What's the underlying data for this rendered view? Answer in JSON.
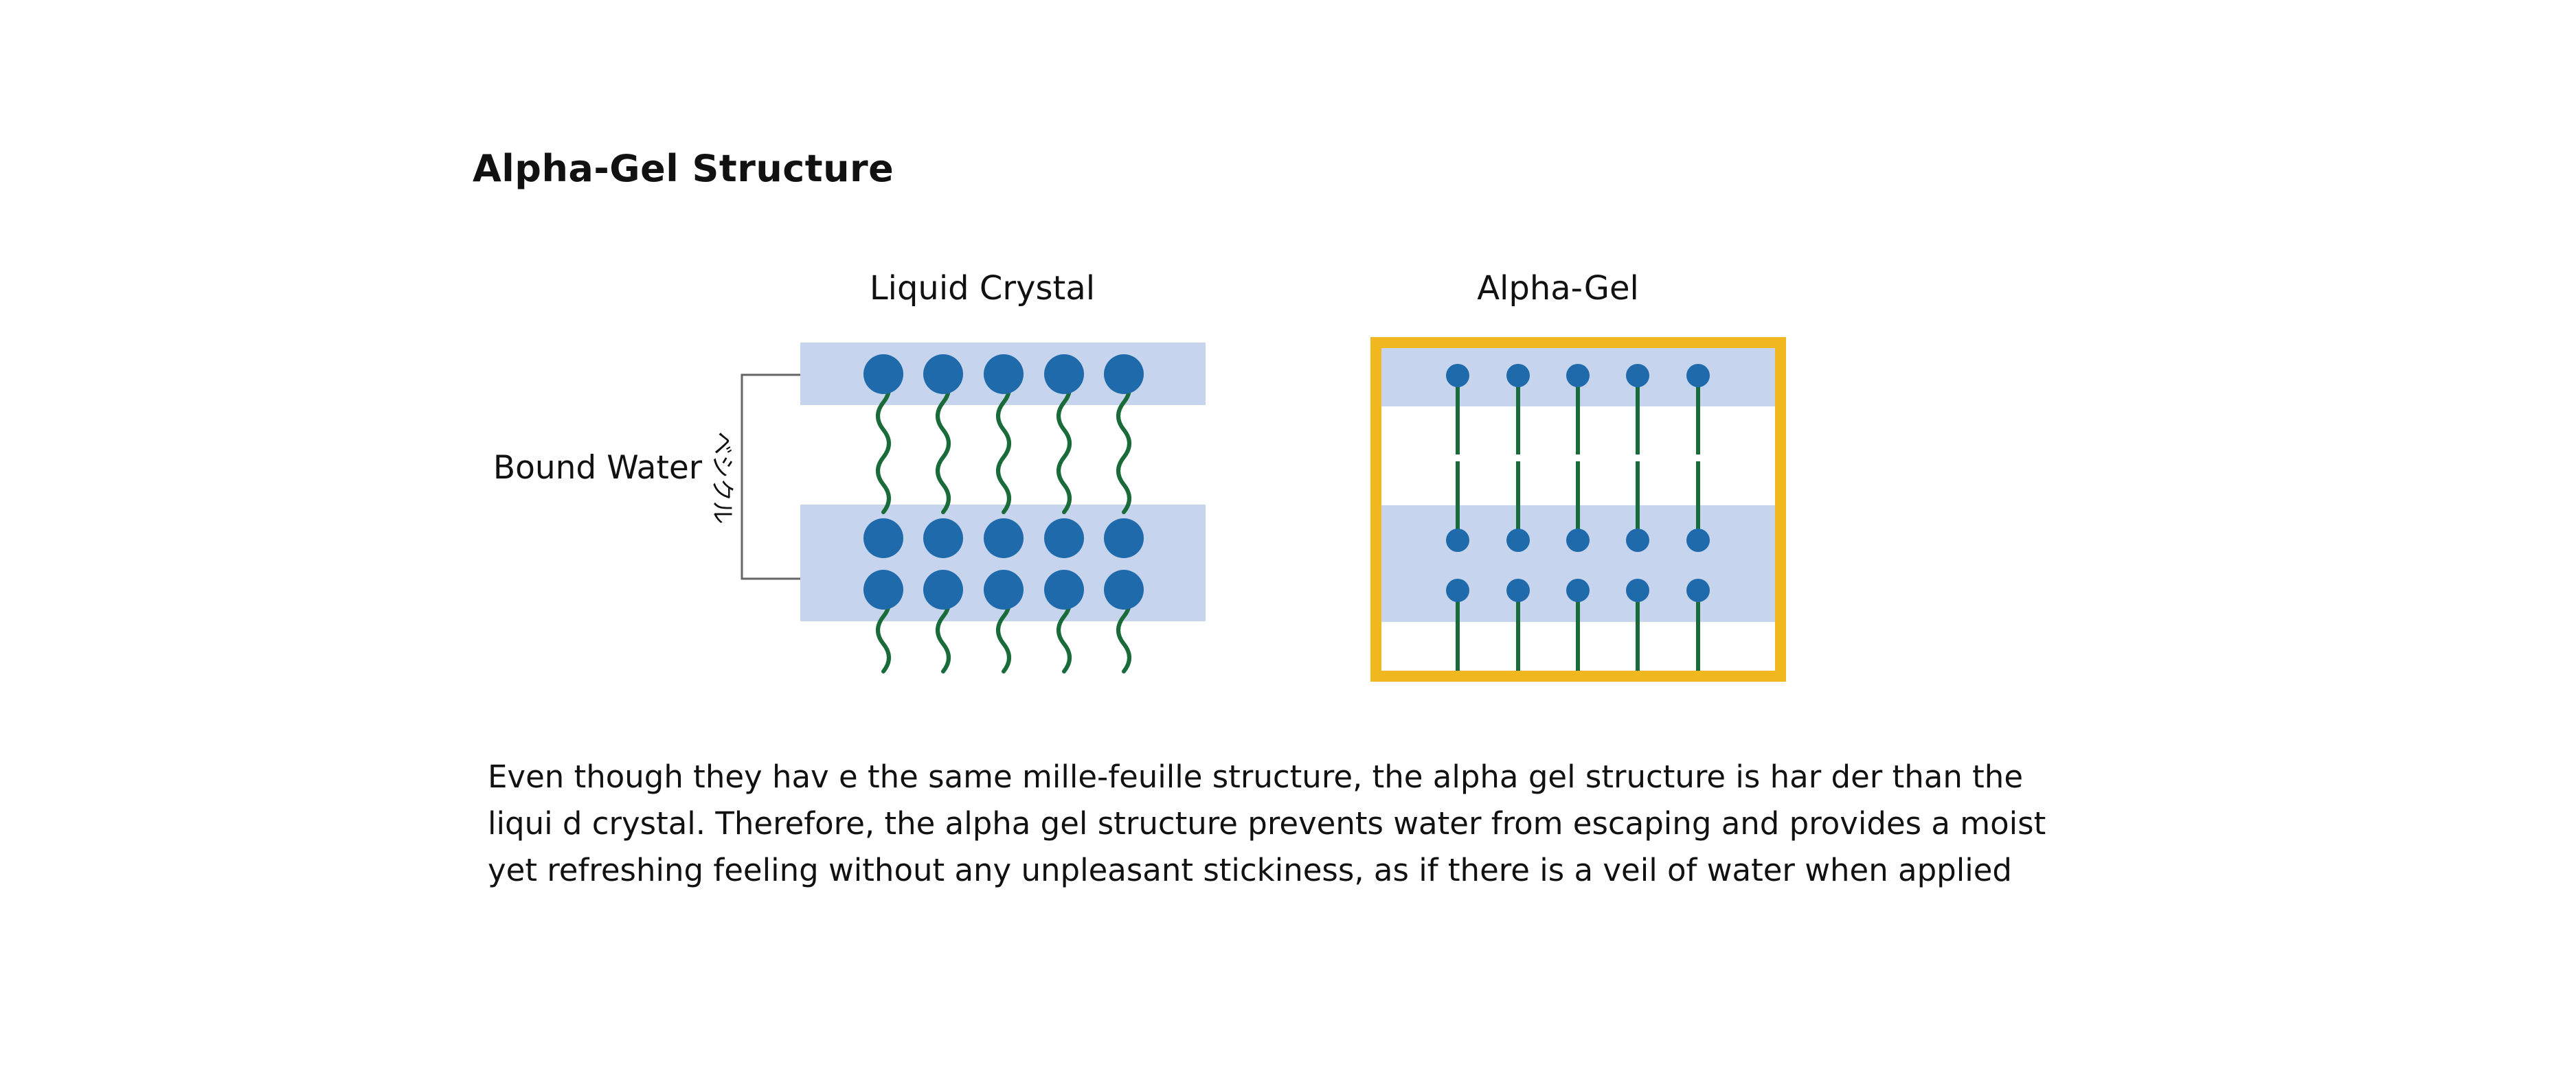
{
  "title": "Alpha-Gel Structure",
  "panels": {
    "liquid_crystal": {
      "label": "Liquid Crystal"
    },
    "alpha_gel": {
      "label": "Alpha-Gel"
    }
  },
  "bound_water": {
    "label": "Bound Water",
    "bracket_text": "ベシクル"
  },
  "description": "Even though they hav e the same mille-feuille structure, the alpha gel structure is har der than the\nliqui d crystal. Therefore, the alpha gel structure prevents water from escaping and provides a moist\nyet refreshing feeling without any unpleasant stickiness, as if there is a veil of water when applied",
  "colors": {
    "band": "#c7d4ee",
    "head": "#1e6aab",
    "tail": "#1a6b3a",
    "frame": "#f0b71f",
    "bracket": "#666666"
  }
}
